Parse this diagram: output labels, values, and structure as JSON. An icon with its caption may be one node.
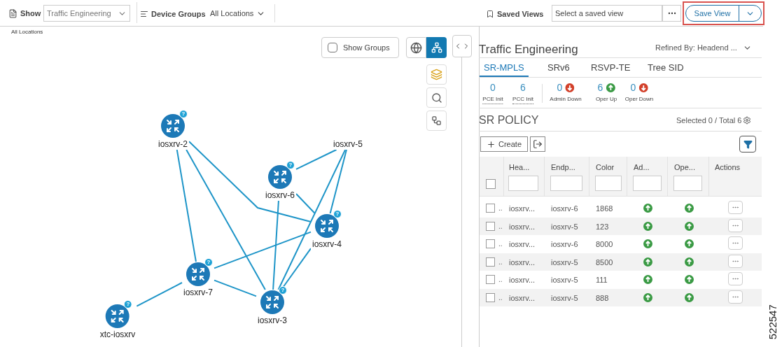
{
  "diagram": {
    "nodes": [
      {
        "text": [
          "?",
          "iosxrv-2"
        ]
      },
      {
        "text": [
          "iosxrv-5"
        ]
      },
      {
        "text": [
          "?",
          "iosxrv-6"
        ]
      },
      {
        "text": [
          "?",
          "iosxrv-4"
        ]
      },
      {
        "text": [
          "?",
          "iosxrv-7"
        ]
      },
      {
        "text": [
          "?",
          "iosxrv-3"
        ]
      },
      {
        "text": [
          "?",
          "xtc-iosxrv"
        ]
      }
    ],
    "edges": [
      {
        "from": 0,
        "to": 3,
        "arrow": "none"
      },
      {
        "from": 0,
        "to": 4,
        "arrow": "none"
      },
      {
        "from": 0,
        "to": 5,
        "arrow": "none"
      },
      {
        "from": 1,
        "to": 2,
        "arrow": "none"
      },
      {
        "from": 1,
        "to": 5,
        "arrow": "none"
      },
      {
        "from": 1,
        "to": 3,
        "arrow": "none"
      },
      {
        "from": 2,
        "to": 3,
        "arrow": "none"
      },
      {
        "from": 2,
        "to": 5,
        "arrow": "none"
      },
      {
        "from": 3,
        "to": 4,
        "arrow": "none"
      },
      {
        "from": 3,
        "to": 5,
        "arrow": "none"
      },
      {
        "from": 4,
        "to": 5,
        "arrow": "none"
      },
      {
        "from": 4,
        "to": 6,
        "arrow": "none"
      }
    ],
    "labels": [
      "Show",
      "Traffic Engineering",
      "Device Groups",
      "All Locations",
      "Saved Views",
      "Select a saved view",
      "Save View",
      "All Locations",
      "Show Groups",
      "Traffic Engineering",
      "Refined By: Headend ...",
      "SR-MPLS",
      "SRv6",
      "RSVP-TE",
      "Tree SID",
      "0",
      "PCE Init",
      "6",
      "PCC Init",
      "0",
      "Admin Down",
      "6",
      "Oper Up",
      "0",
      "Oper Down",
      "SR POLICY",
      "Selected 0 / Total 6",
      "Create",
      "Hea...",
      "Endp...",
      "Color",
      "Ad...",
      "Ope...",
      "Actions",
      "..",
      "iosxrv...",
      "iosxrv-6",
      "1868",
      "..",
      "iosxrv...",
      "iosxrv-5",
      "123",
      "..",
      "iosxrv...",
      "iosxrv-6",
      "8000",
      "..",
      "iosxrv...",
      "iosxrv-5",
      "8500",
      "..",
      "iosxrv...",
      "iosxrv-5",
      "111",
      "..",
      "iosxrv...",
      "iosxrv-5",
      "888",
      "522547"
    ]
  }
}
